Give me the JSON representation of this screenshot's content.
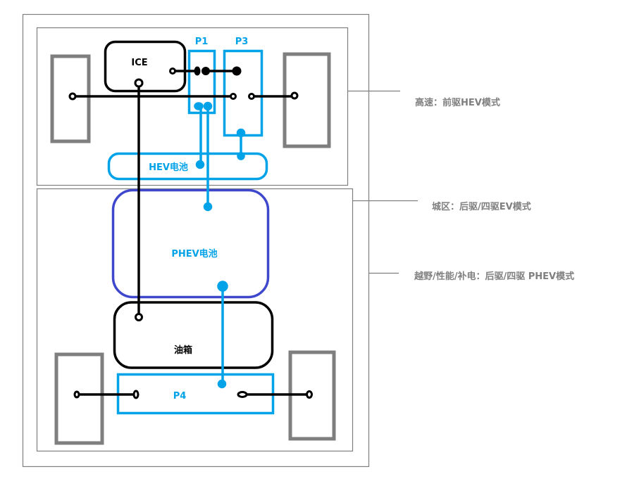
{
  "diagram": {
    "type": "hybrid-powertrain-layout",
    "colors": {
      "frame": "#7f7f7f",
      "wheel": "#7f7f7f",
      "mechanical": "#000000",
      "electric": "#00a2e8",
      "phev_battery": "#3f48cc",
      "note_text": "#7f7f7f"
    },
    "components": {
      "ice": "ICE",
      "p1": "P1",
      "p3": "P3",
      "hev_battery": "HEV电池",
      "phev_battery": "PHEV电池",
      "fuel_tank": "油箱",
      "p4": "P4"
    },
    "modes": [
      {
        "id": "highway",
        "label": "高速：前驱HEV模式",
        "applies_to": "front-section"
      },
      {
        "id": "city",
        "label": "城区：后驱/四驱EV模式",
        "applies_to": "rear-section"
      },
      {
        "id": "offroad",
        "label": "越野/性能/补电：后驱/四驱 PHEV模式",
        "applies_to": "whole-vehicle"
      }
    ]
  }
}
